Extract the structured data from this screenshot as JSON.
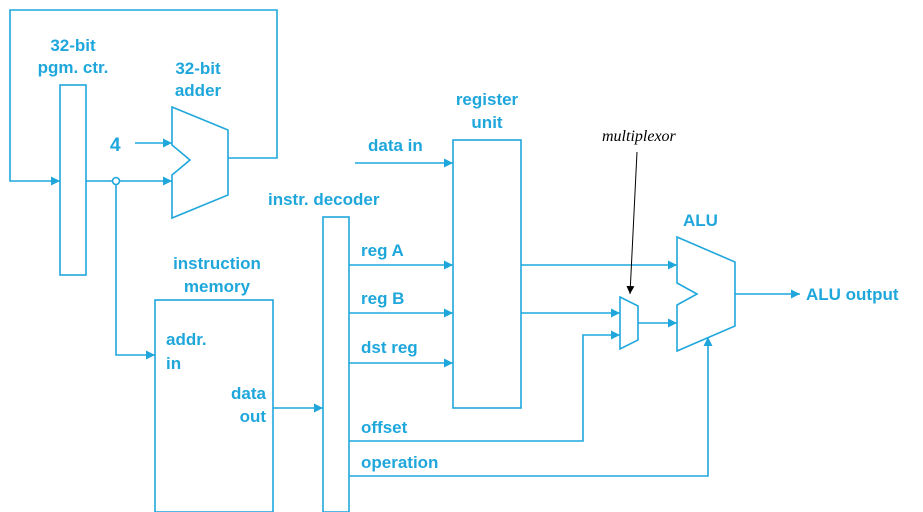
{
  "labels": {
    "pc_line1": "32-bit",
    "pc_line2": "pgm. ctr.",
    "adder_line1": "32-bit",
    "adder_line2": "adder",
    "four": "4",
    "register_line1": "register",
    "register_line2": "unit",
    "data_in": "data in",
    "multiplexor": "multiplexor",
    "decoder": "instr. decoder",
    "alu": "ALU",
    "reg_a": "reg A",
    "reg_b": "reg B",
    "dst_reg": "dst reg",
    "imem_line1": "instruction",
    "imem_line2": "memory",
    "addr_line1": "addr.",
    "addr_line2": "in",
    "dataout_line1": "data",
    "dataout_line2": "out",
    "offset": "offset",
    "operation": "operation",
    "alu_output": "ALU output"
  },
  "colors": {
    "diagram_blue": "#1fa7dc",
    "annotation": "#000000"
  }
}
